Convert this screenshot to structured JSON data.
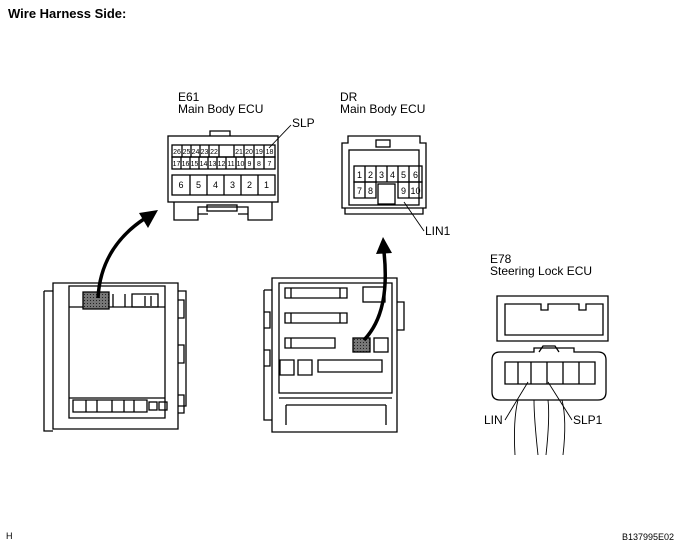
{
  "title": "Wire Harness Side:",
  "connectors": {
    "e61": {
      "code": "E61",
      "name": "Main Body ECU",
      "pin_label": "SLP",
      "pins_top": [
        "26",
        "25",
        "24",
        "23",
        "22",
        "",
        "21",
        "20",
        "19",
        "18"
      ],
      "pins_mid": [
        "17",
        "16",
        "15",
        "14",
        "13",
        "12",
        "11",
        "10",
        "9",
        "8",
        "7"
      ],
      "pins_bottom": [
        "6",
        "5",
        "4",
        "3",
        "2",
        "1"
      ]
    },
    "dr": {
      "code": "DR",
      "name": "Main Body ECU",
      "pin_label": "LIN1",
      "pins_row1": [
        "1",
        "2",
        "3",
        "4",
        "5",
        "6"
      ],
      "pins_row2": [
        "7",
        "8",
        "",
        "",
        "9",
        "10"
      ]
    },
    "e78": {
      "code": "E78",
      "name": "Steering Lock ECU",
      "pin_label_left": "LIN",
      "pin_label_right": "SLP1"
    }
  },
  "footer": {
    "left": "H",
    "right": "B137995E02"
  }
}
